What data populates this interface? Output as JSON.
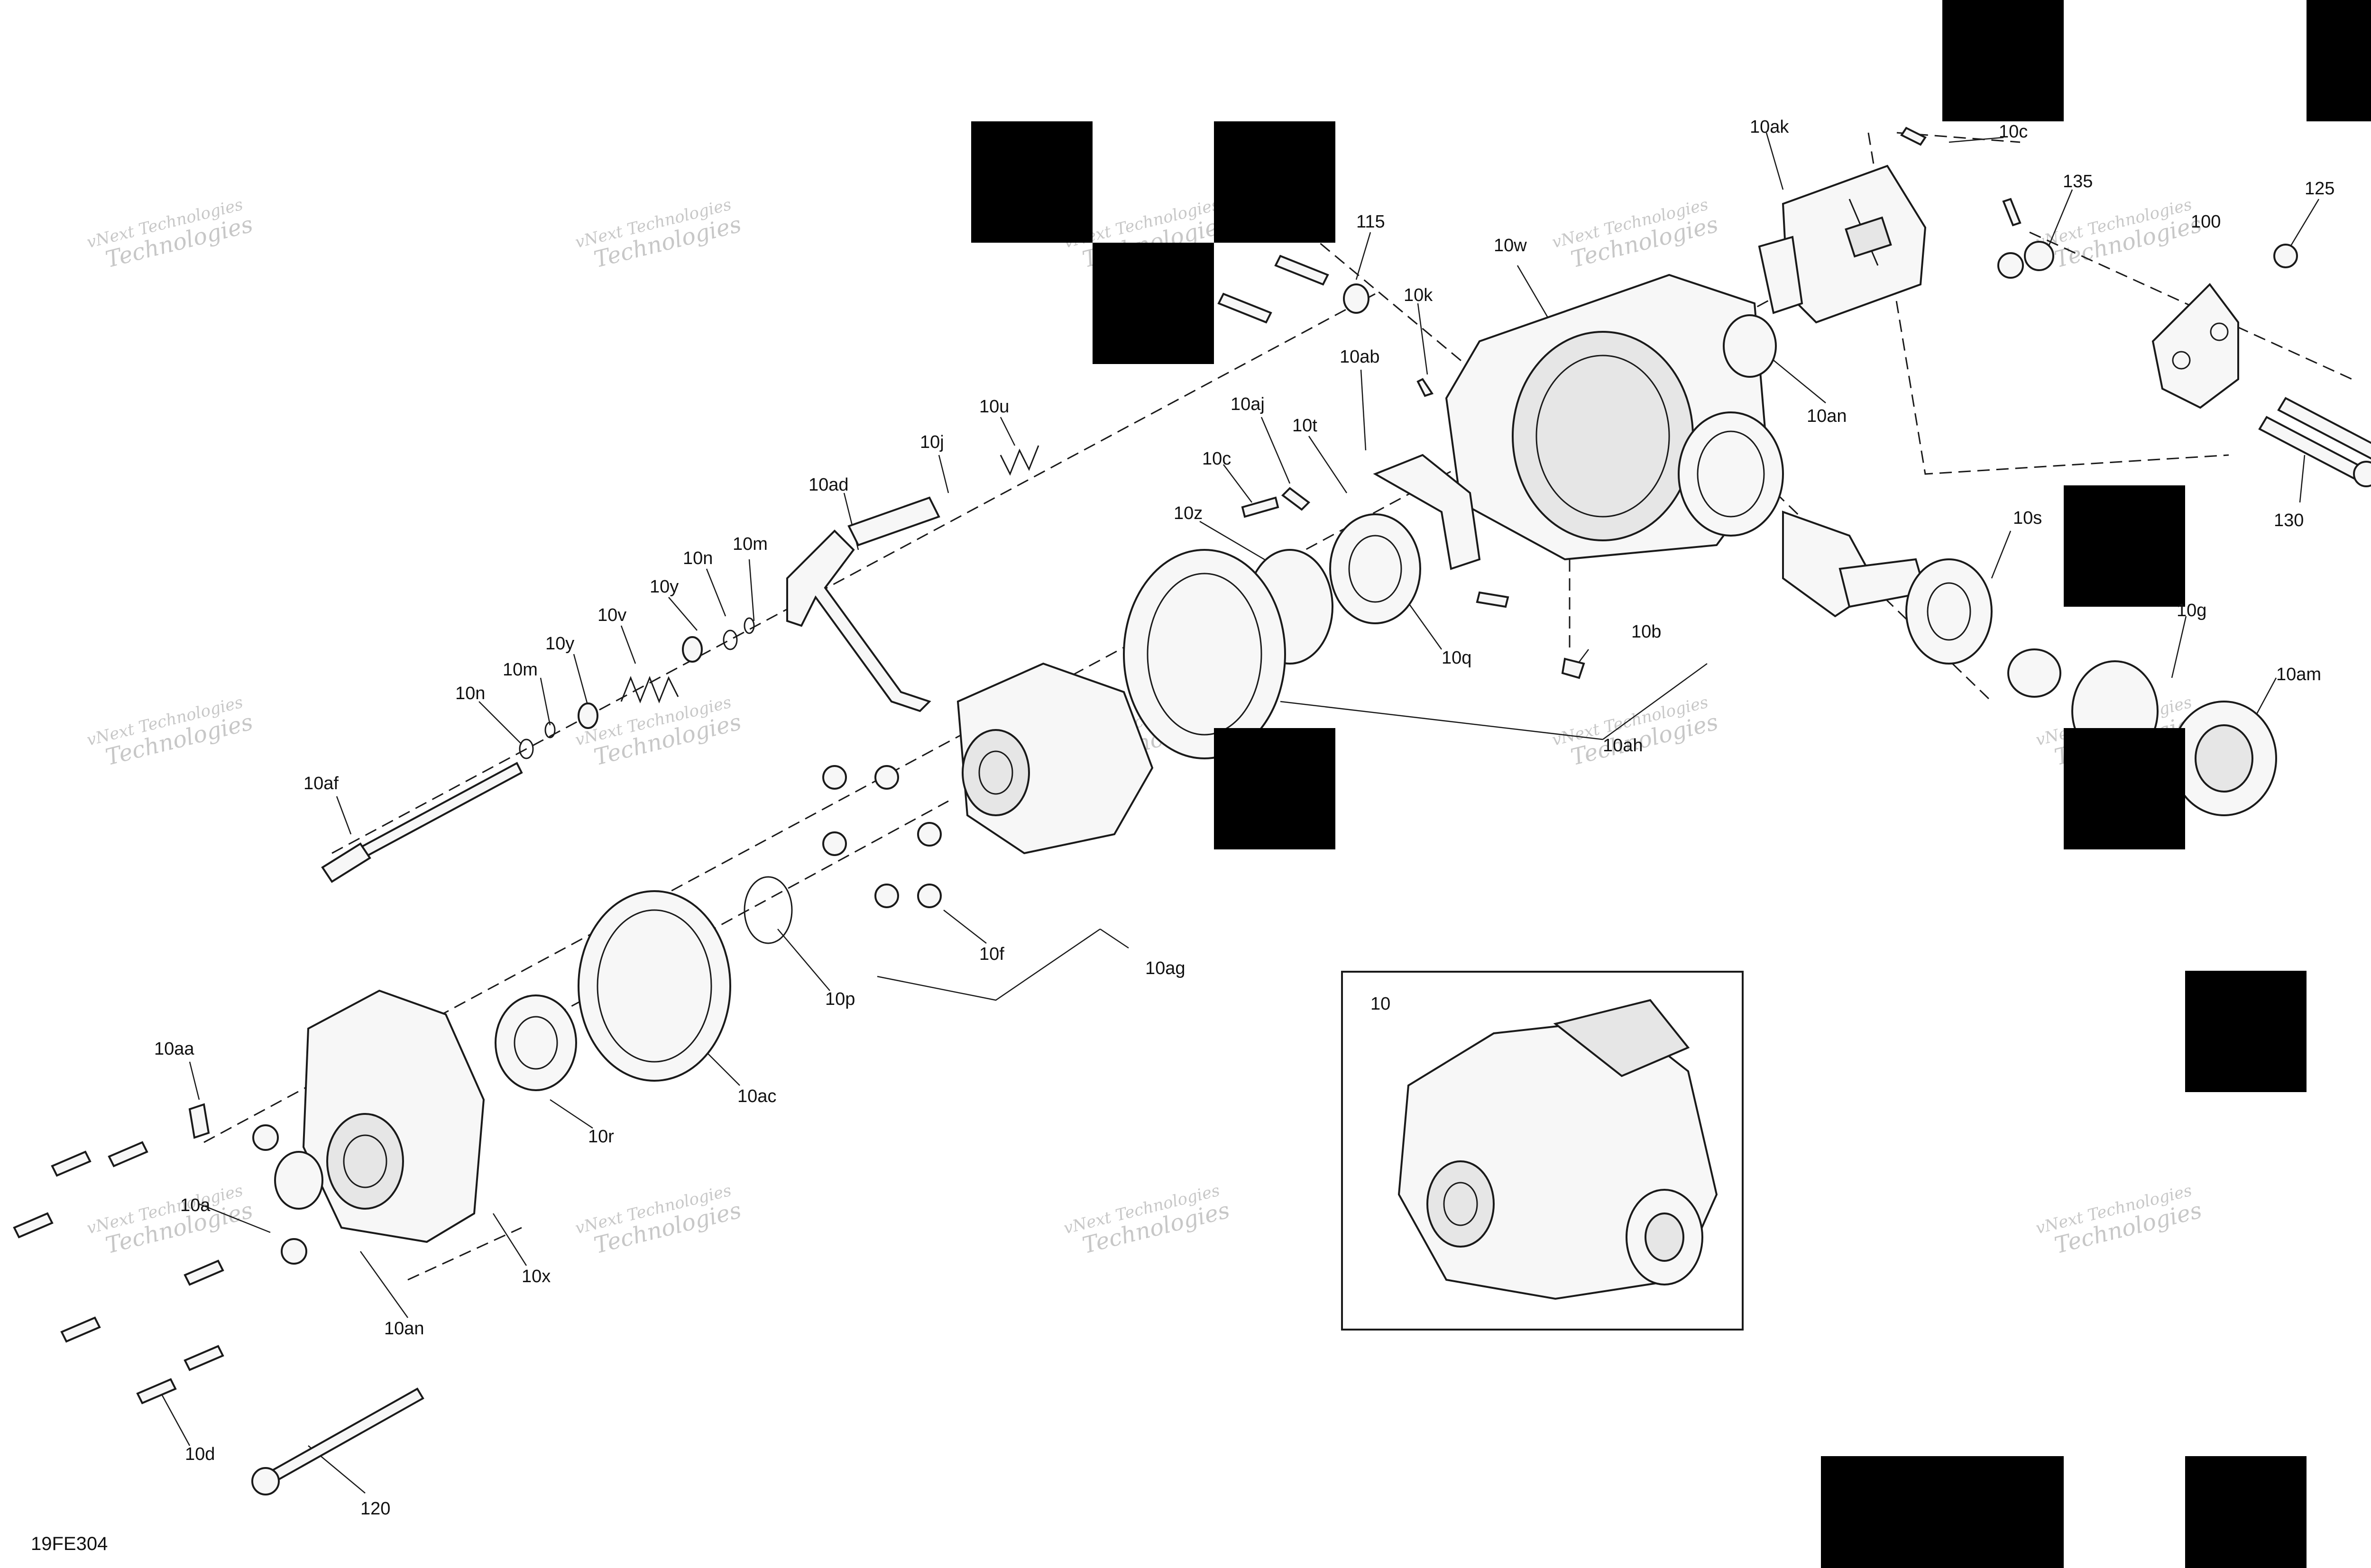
{
  "figure_id": "19FE304",
  "inset_label": "10",
  "watermark": {
    "line1": "vNext Technologies",
    "line2": "Technologies"
  },
  "callouts": [
    {
      "id": "c-10ak",
      "text": "10ak"
    },
    {
      "id": "c-10c-top",
      "text": "10c"
    },
    {
      "id": "c-135",
      "text": "135"
    },
    {
      "id": "c-125",
      "text": "125"
    },
    {
      "id": "c-100",
      "text": "100"
    },
    {
      "id": "c-115",
      "text": "115"
    },
    {
      "id": "c-10w",
      "text": "10w"
    },
    {
      "id": "c-10k",
      "text": "10k"
    },
    {
      "id": "c-10ab",
      "text": "10ab"
    },
    {
      "id": "c-10an-top",
      "text": "10an"
    },
    {
      "id": "c-10u",
      "text": "10u"
    },
    {
      "id": "c-10aj",
      "text": "10aj"
    },
    {
      "id": "c-10t",
      "text": "10t"
    },
    {
      "id": "c-10c-mid",
      "text": "10c"
    },
    {
      "id": "c-10j",
      "text": "10j"
    },
    {
      "id": "c-10ad",
      "text": "10ad"
    },
    {
      "id": "c-10z",
      "text": "10z"
    },
    {
      "id": "c-10s",
      "text": "10s"
    },
    {
      "id": "c-130",
      "text": "130"
    },
    {
      "id": "c-10m-top",
      "text": "10m"
    },
    {
      "id": "c-10n-top",
      "text": "10n"
    },
    {
      "id": "c-10y-top",
      "text": "10y"
    },
    {
      "id": "c-10v",
      "text": "10v"
    },
    {
      "id": "c-10y-bot",
      "text": "10y"
    },
    {
      "id": "c-10g",
      "text": "10g"
    },
    {
      "id": "c-10q",
      "text": "10q"
    },
    {
      "id": "c-10b",
      "text": "10b"
    },
    {
      "id": "c-10m-bot",
      "text": "10m"
    },
    {
      "id": "c-10n-bot",
      "text": "10n"
    },
    {
      "id": "c-10am",
      "text": "10am"
    },
    {
      "id": "c-10ah",
      "text": "10ah"
    },
    {
      "id": "c-10af",
      "text": "10af"
    },
    {
      "id": "c-10f",
      "text": "10f"
    },
    {
      "id": "c-10ag",
      "text": "10ag"
    },
    {
      "id": "c-10p",
      "text": "10p"
    },
    {
      "id": "c-10aa",
      "text": "10aa"
    },
    {
      "id": "c-10ac",
      "text": "10ac"
    },
    {
      "id": "c-10r",
      "text": "10r"
    },
    {
      "id": "c-10a",
      "text": "10a"
    },
    {
      "id": "c-10x",
      "text": "10x"
    },
    {
      "id": "c-10an-bot",
      "text": "10an"
    },
    {
      "id": "c-10d",
      "text": "10d"
    },
    {
      "id": "c-120",
      "text": "120"
    }
  ]
}
